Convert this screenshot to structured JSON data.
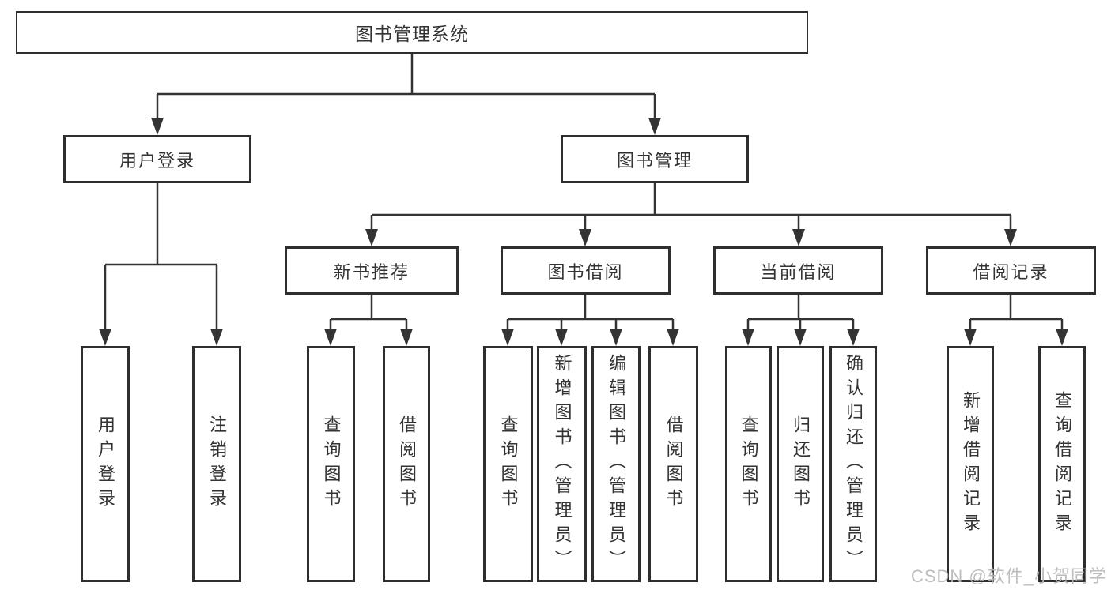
{
  "diagram": {
    "title": "图书管理系统",
    "root": {
      "label": "图书管理系统"
    },
    "level2": [
      {
        "label": "用户登录"
      },
      {
        "label": "图书管理"
      }
    ],
    "level3": [
      {
        "label": "新书推荐",
        "parent": "图书管理"
      },
      {
        "label": "图书借阅",
        "parent": "图书管理"
      },
      {
        "label": "当前借阅",
        "parent": "图书管理"
      },
      {
        "label": "借阅记录",
        "parent": "图书管理"
      }
    ],
    "leaves": [
      {
        "label": "用户登录",
        "parent": "用户登录"
      },
      {
        "label": "注销登录",
        "parent": "用户登录"
      },
      {
        "label": "查询图书",
        "parent": "新书推荐"
      },
      {
        "label": "借阅图书",
        "parent": "新书推荐"
      },
      {
        "label": "查询图书",
        "parent": "图书借阅"
      },
      {
        "label": "新增图书（管理员）",
        "parent": "图书借阅"
      },
      {
        "label": "编辑图书（管理员）",
        "parent": "图书借阅"
      },
      {
        "label": "借阅图书",
        "parent": "图书借阅"
      },
      {
        "label": "查询图书",
        "parent": "当前借阅"
      },
      {
        "label": "归还图书",
        "parent": "当前借阅"
      },
      {
        "label": "确认归还（管理员）",
        "parent": "当前借阅"
      },
      {
        "label": "新增借阅记录",
        "parent": "借阅记录"
      },
      {
        "label": "查询借阅记录",
        "parent": "借阅记录"
      }
    ]
  },
  "watermark": {
    "text": "CSDN @软件_小贺同学",
    "color": "#b8b8b8"
  },
  "colors": {
    "line": "#333333",
    "box_border": "#2e2e2e",
    "text": "#333333",
    "background": "#ffffff"
  }
}
